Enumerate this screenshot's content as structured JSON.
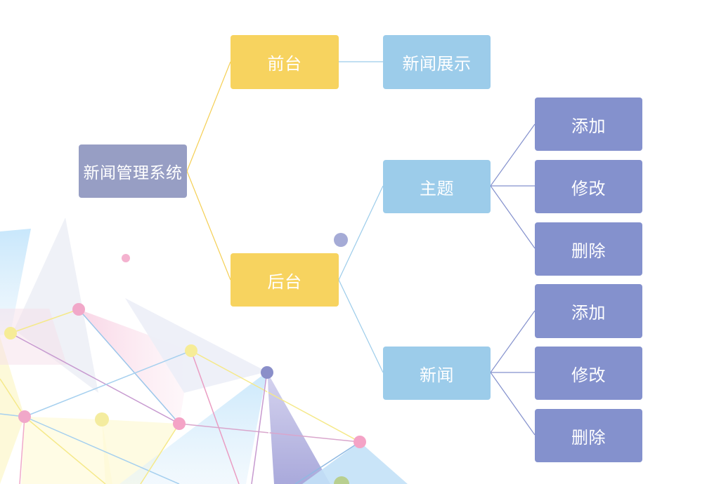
{
  "diagram": {
    "root": {
      "label": "新闻管理系统"
    },
    "frontend": {
      "label": "前台",
      "child": {
        "label": "新闻展示"
      }
    },
    "backend": {
      "label": "后台",
      "topic": {
        "label": "主题",
        "actions": [
          {
            "label": "添加"
          },
          {
            "label": "修改"
          },
          {
            "label": "删除"
          }
        ]
      },
      "news": {
        "label": "新闻",
        "actions": [
          {
            "label": "添加"
          },
          {
            "label": "修改"
          },
          {
            "label": "删除"
          }
        ]
      }
    }
  },
  "colors": {
    "root": "#979ec4",
    "level1": "#f7d35f",
    "level2": "#9cccea",
    "level3": "#8491cd",
    "line_level1": "#f5cf53",
    "line_level2": "#9cccea",
    "line_level3": "#8491cd"
  }
}
